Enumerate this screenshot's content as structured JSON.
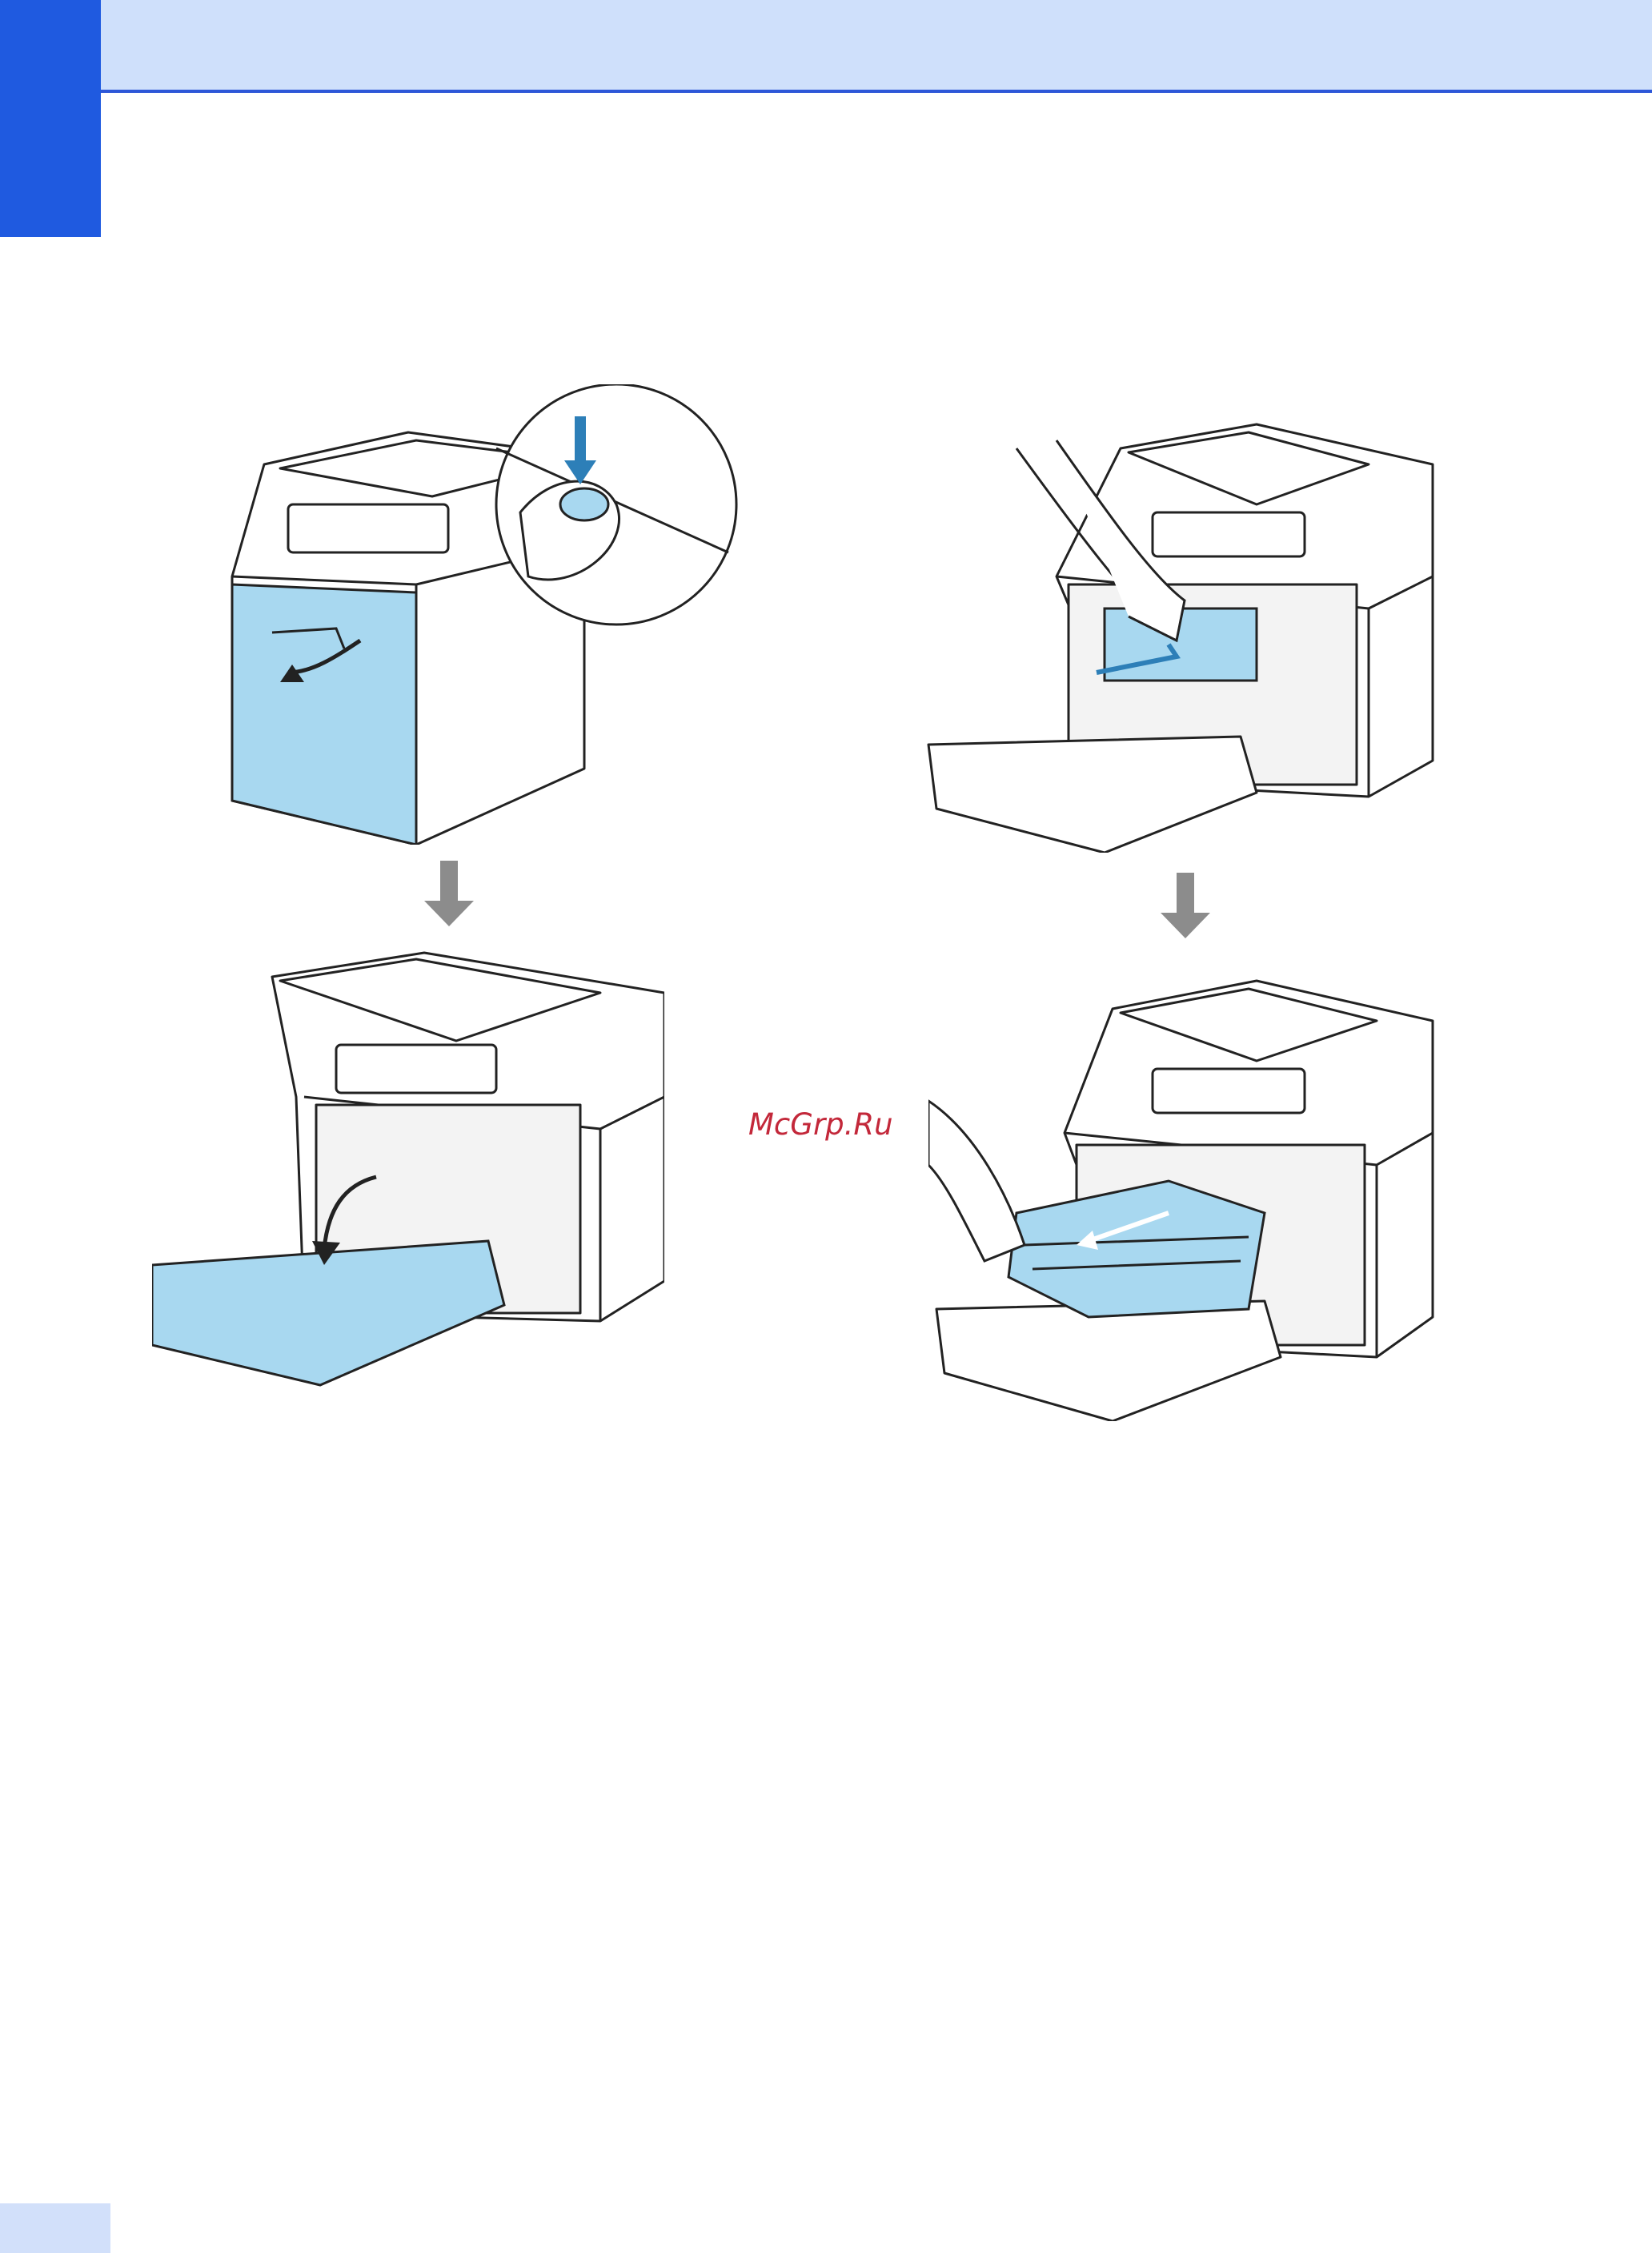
{
  "page": {
    "colors": {
      "header_band": "#cfe0fb",
      "header_rule": "#2d57d8",
      "side_tab": "#1f5ae0",
      "footer_tab": "#d2e0fa",
      "highlight": "#a8d8f0",
      "step_arrow": "#8c8c8c",
      "watermark": "#c3283a"
    }
  },
  "illustrations": [
    {
      "name": "press-front-cover-release-button",
      "icon": "printer-icon"
    },
    {
      "name": "open-front-cover",
      "icon": "printer-icon"
    },
    {
      "name": "hold-green-handle-of-drum-unit",
      "icon": "printer-icon"
    },
    {
      "name": "pull-out-drum-unit",
      "icon": "printer-icon"
    }
  ],
  "step_arrows": [
    {
      "direction": "down",
      "icon": "arrow-down-icon"
    },
    {
      "direction": "down",
      "icon": "arrow-down-icon"
    }
  ],
  "watermark": {
    "text": "McGrp.Ru"
  }
}
